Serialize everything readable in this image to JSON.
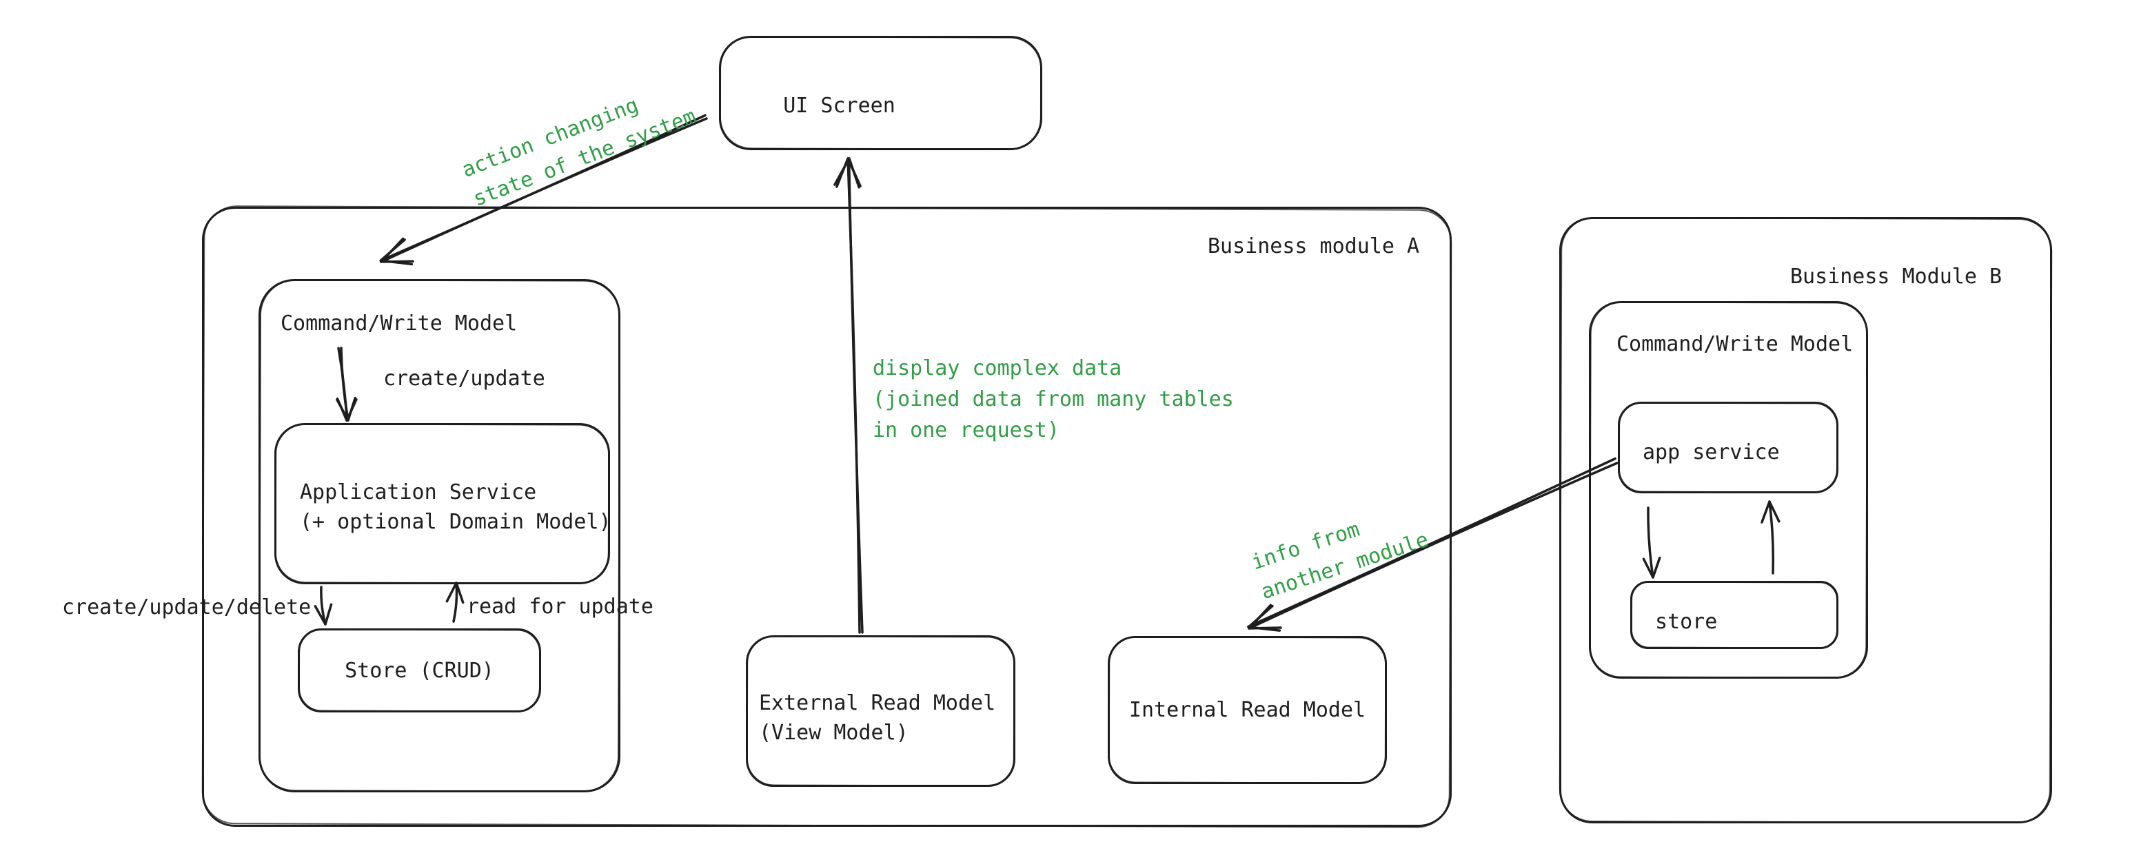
{
  "canvas": {
    "background": "#ffffff",
    "stroke_color": "#1e1e1e",
    "annotation_color": "#2f9e44"
  },
  "nodes": {
    "ui_screen": {
      "label": "UI Screen"
    },
    "module_a": {
      "label": "Business module A"
    },
    "module_b": {
      "label": "Business Module B"
    },
    "cw_model_a": {
      "label": "Command/Write Model"
    },
    "cw_model_b": {
      "label": "Command/Write Model"
    },
    "app_service_a": {
      "label": "Application Service\n(+ optional Domain Model)"
    },
    "store_a": {
      "label": "Store (CRUD)"
    },
    "external_read_model": {
      "label": "External Read Model\n(View Model)"
    },
    "internal_read_model": {
      "label": "Internal Read Model"
    },
    "app_service_b": {
      "label": "app service"
    },
    "store_b": {
      "label": "store"
    }
  },
  "edge_labels": {
    "create_update": "create/update",
    "create_update_delete": "create/update/delete",
    "read_for_update": "read for update"
  },
  "annotations": {
    "action_changing": "action changing\nstate of the system",
    "display_complex": "display complex data\n(joined data from many tables\nin one request)",
    "info_from": "info from\nanother module"
  }
}
